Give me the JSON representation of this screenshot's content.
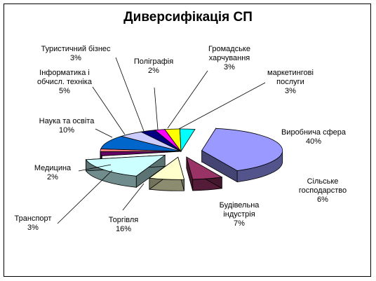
{
  "chart_data": {
    "type": "pie",
    "title": "Диверсифікація СП",
    "slices": [
      {
        "name": "Виробнича сфера",
        "lines": [
          "Виробнича сфера"
        ],
        "value": 40,
        "label": "40%",
        "color": "#9999ff",
        "explode": true
      },
      {
        "name": "Сільське господарство",
        "lines": [
          "Сільське",
          "господарство"
        ],
        "value": 6,
        "label": "6%",
        "color": "#993366",
        "explode": true
      },
      {
        "name": "Будівельна індустрія",
        "lines": [
          "Будівельна",
          "індустрія"
        ],
        "value": 7,
        "label": "7%",
        "color": "#ffffcc",
        "explode": true
      },
      {
        "name": "Торгівля",
        "lines": [
          "Торгівля"
        ],
        "value": 16,
        "label": "16%",
        "color": "#ccffff",
        "explode": true
      },
      {
        "name": "Транспорт",
        "lines": [
          "Транспорт"
        ],
        "value": 3,
        "label": "3%",
        "color": "#660066",
        "explode": false
      },
      {
        "name": "Медицина",
        "lines": [
          "Медицина"
        ],
        "value": 2,
        "label": "2%",
        "color": "#ff8080",
        "explode": false
      },
      {
        "name": "Наука та освіта",
        "lines": [
          "Наука та освіта"
        ],
        "value": 10,
        "label": "10%",
        "color": "#0066cc",
        "explode": false
      },
      {
        "name": "Інформатика і обчисл. техніка",
        "lines": [
          "Інформатика і",
          "обчисл. техніка"
        ],
        "value": 5,
        "label": "5%",
        "color": "#ccccff",
        "explode": false
      },
      {
        "name": "Туристичний бізнес",
        "lines": [
          "Туристичний бізнес"
        ],
        "value": 3,
        "label": "3%",
        "color": "#000080",
        "explode": false
      },
      {
        "name": "Поліграфія",
        "lines": [
          "Поліграфія"
        ],
        "value": 2,
        "label": "2%",
        "color": "#ff00ff",
        "explode": false
      },
      {
        "name": "Громадське харчування",
        "lines": [
          "Громадське",
          "харчування"
        ],
        "value": 3,
        "label": "3%",
        "color": "#ffff00",
        "explode": false
      },
      {
        "name": "маркетингові послуги",
        "lines": [
          "маркетингові",
          "послуги"
        ],
        "value": 3,
        "label": "3%",
        "color": "#00ffff",
        "explode": false
      }
    ]
  }
}
